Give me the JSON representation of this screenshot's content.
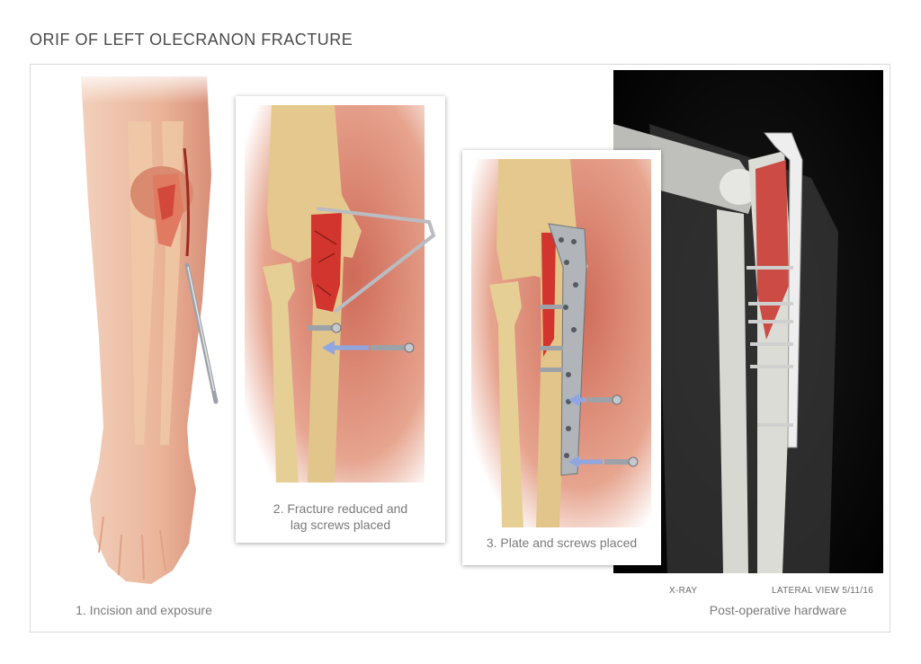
{
  "title": "ORIF OF LEFT OLECRANON FRACTURE",
  "panels": {
    "p1": {
      "caption": "1. Incision and exposure"
    },
    "p2": {
      "caption_line1": "2. Fracture reduced and",
      "caption_line2": "lag screws placed"
    },
    "p3": {
      "caption": "3. Plate and screws placed"
    },
    "p4": {
      "label_left": "X-RAY",
      "label_right": "LATERAL VIEW  5/11/16",
      "caption": "Post-operative hardware"
    }
  },
  "colors": {
    "skin": "#e9b79a",
    "muscle": "#c96a55",
    "bone": "#e6cf95",
    "fracture": "#d2342e",
    "metal": "#a9adb3",
    "arrow": "#8fa6e0"
  }
}
